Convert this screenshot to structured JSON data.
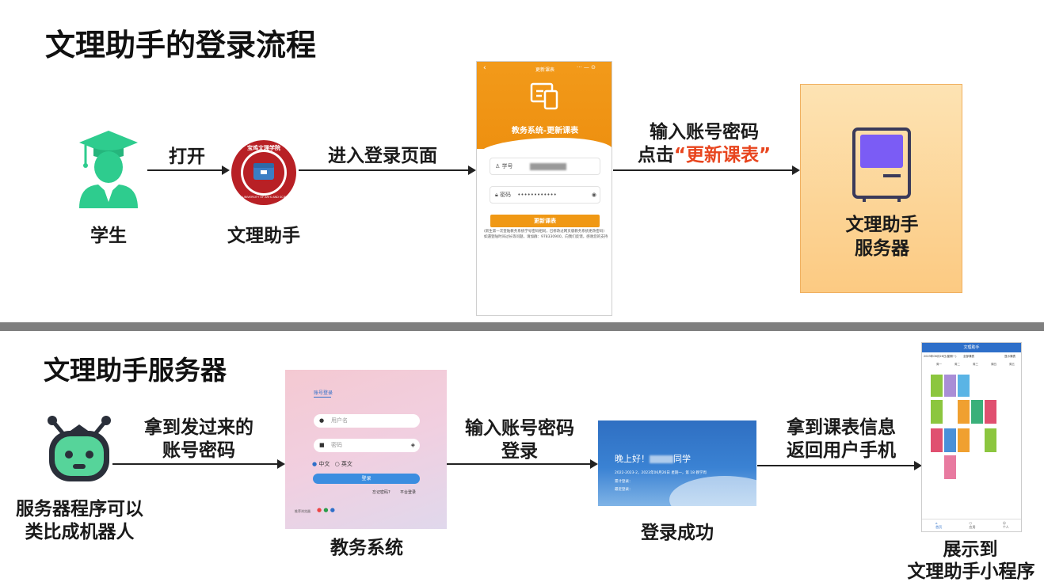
{
  "section1": {
    "title": "文理助手的登录流程",
    "student_label": "学生",
    "open_label": "打开",
    "app_label": "文理助手",
    "enter_label": "进入登录页面",
    "input_label_line1": "输入账号密码",
    "input_label_line2_prefix": "点击",
    "input_label_line2_highlight": "“更新课表”",
    "server_label_line1": "文理助手",
    "server_label_line2": "服务器",
    "logo_text": "宝鸡文理学院",
    "logo_sub": "BAOJI UNIVERSITY OF ARTS AND SCIENCES",
    "phone": {
      "topbar_title": "更新课表",
      "banner_title": "教务系统-更新课表",
      "student_id_label": "学号",
      "password_label": "密码",
      "password_value": "••••••••••••",
      "button_label": "更新课表",
      "note_line1": "(新生第一次登陆教务系统学号密码相同，已修改过网页版教务系统更改密码)",
      "note_line2": "如遇登陆时间过长等问题，请加群：978330900，向我们反馈，感谢您的支持"
    }
  },
  "section2": {
    "title": "文理助手服务器",
    "robot_label_line1": "服务器程序可以",
    "robot_label_line2": "类比成机器人",
    "get_label_line1": "拿到发过来的",
    "get_label_line2": "账号密码",
    "edu_label": "教务系统",
    "login_label_line1": "输入账号密码",
    "login_label_line2": "登录",
    "success_label": "登录成功",
    "return_label_line1": "拿到课表信息",
    "return_label_line2": "返回用户手机",
    "show_label_line1": "展示到",
    "show_label_line2": "文理助手小程序",
    "login_page": {
      "tab": "账号登录",
      "username_placeholder": "用户名",
      "password_placeholder": "密码",
      "lang_cn": "中文",
      "lang_en": "英文",
      "login_button": "登录",
      "forgot": "忘记密码?",
      "platform": "平台登录",
      "recommend": "推荐浏览器"
    },
    "success_screen": {
      "greeting_prefix": "晚上好！",
      "greeting_suffix": "同学",
      "term_line": "2022-2023-2，2023年06月26日 星期一，第 18 教学周",
      "total_login": "累计登录：",
      "recent_login": "最近登录："
    },
    "mini_program": {
      "title": "文理助手",
      "date": "2023年06月26日(星期一)",
      "filter": "全部课表",
      "toggle": "显示课表",
      "days": [
        "周一",
        "周二",
        "周三",
        "周四",
        "周五"
      ],
      "nav": [
        "首页",
        "应用",
        "个人"
      ]
    }
  },
  "colors": {
    "orange": "#f29a1a",
    "highlight_red": "#e8451e",
    "robot_green": "#56d49a",
    "student_green": "#2ecc8e",
    "server_purple": "#7b5cf5",
    "divider": "#7f7f7f"
  }
}
